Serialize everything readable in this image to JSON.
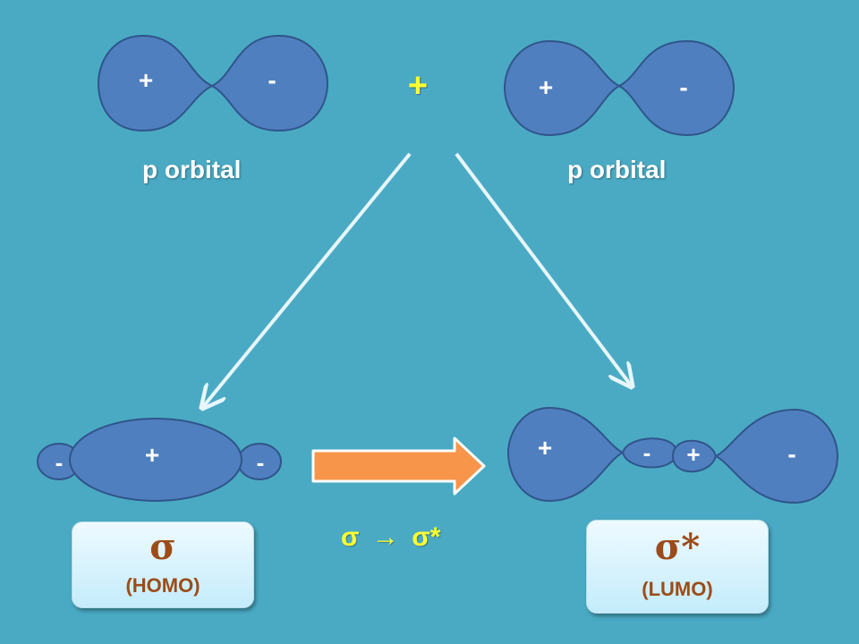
{
  "top": {
    "left_orbital": {
      "pos_sign": "+",
      "neg_sign": "-",
      "label": "p orbital"
    },
    "right_orbital": {
      "pos_sign": "+",
      "neg_sign": "-",
      "label": "p orbital"
    },
    "combine_sign": "+"
  },
  "bonding": {
    "left_sign": "-",
    "center_sign": "+",
    "right_sign": "-",
    "symbol": "σ",
    "label": "(HOMO)"
  },
  "antibonding": {
    "lobe1_sign": "+",
    "lobe2_sign": "-",
    "lobe3_sign": "+",
    "lobe4_sign": "-",
    "symbol": "σ*",
    "label": "(LUMO)"
  },
  "transition": {
    "from": "σ",
    "arrow": "→",
    "to": "σ*"
  },
  "colors": {
    "background": "#4aaac4",
    "orbital_fill": "#4f7fbf",
    "orbital_stroke": "#30558a",
    "arrow_fill": "#f7954a",
    "label_brown": "#9c4c18",
    "highlight_yellow": "#ffff33"
  }
}
